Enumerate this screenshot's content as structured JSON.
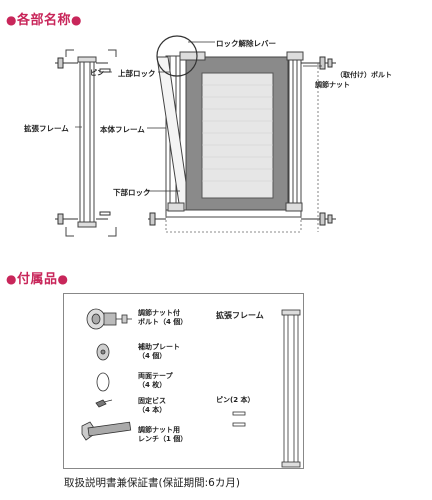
{
  "sections": {
    "parts_title": "各部名称",
    "accessories_title": "付属品",
    "marker": "●"
  },
  "parts_labels": {
    "lock_release_lever": "ロック解除レバー",
    "pin": "ピン",
    "upper_lock": "上部ロック",
    "bolt_mounting": "（取付け）ボルト",
    "adjust_nut": "調節ナット",
    "extension_frame": "拡張フレーム",
    "body_frame": "本体フレーム",
    "lower_lock": "下部ロック"
  },
  "accessories": {
    "adjust_nut_bolt": "調節ナット付",
    "adjust_nut_bolt_qty": "ボルト（4 個）",
    "aux_plate": "補助プレート",
    "aux_plate_qty": "（4 個）",
    "tape": "両面テープ",
    "tape_qty": "（4 枚）",
    "screw": "固定ビス",
    "screw_qty": "（4 本）",
    "wrench": "調節ナット用",
    "wrench_qty": "レンチ（1 個）",
    "extension_frame": "拡張フレーム",
    "pins": "ピン(2 本）"
  },
  "manual_text": "取扱説明書兼保証書(保証期間:6カ月)",
  "colors": {
    "accent": "#c8265a",
    "panel_gray": "#8a8a8a",
    "mesh": "#e6e6e6",
    "line": "#444444"
  },
  "icons": [
    "magnifier-circle-icon",
    "wrench-icon",
    "bolt-icon",
    "screw-icon",
    "pin-icon"
  ]
}
